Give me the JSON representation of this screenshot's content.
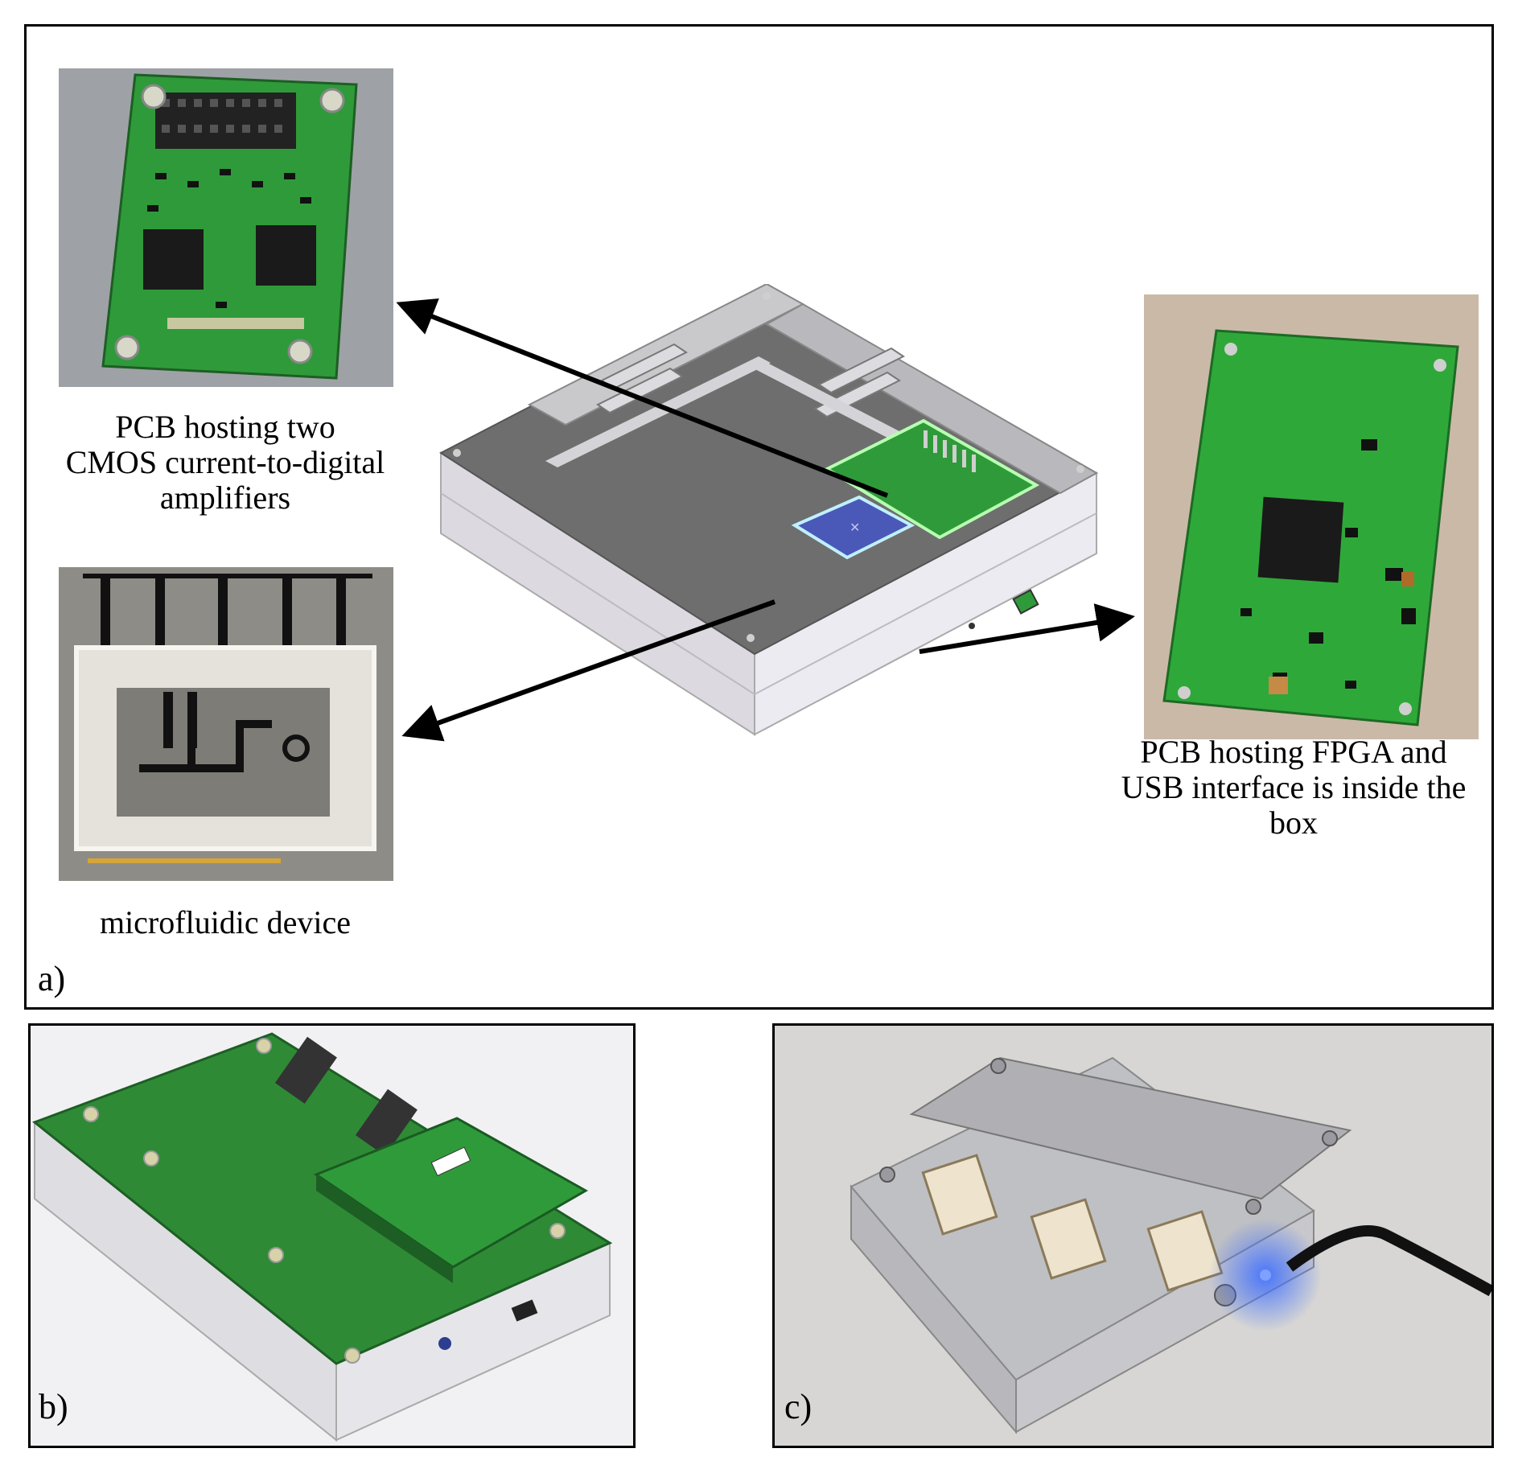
{
  "panel_a": {
    "letter": "a)",
    "captions": {
      "amplifier_pcb": [
        "PCB hosting two",
        "CMOS current-to-digital",
        "amplifiers"
      ],
      "microfluidic": "microfluidic device",
      "fpga_pcb": [
        "PCB hosting FPGA and",
        "USB interface is inside the",
        "box"
      ]
    }
  },
  "panel_b": {
    "letter": "b)"
  },
  "panel_c": {
    "letter": "c)"
  },
  "colors": {
    "pcb_green": "#2f9a3a",
    "pcb_dark": "#1f6e28",
    "aluminum": "#c9c9cc",
    "render_gray": "#6a6a6a",
    "chip_blue": "#4a58b8",
    "led_blue": "#3b6cff"
  }
}
